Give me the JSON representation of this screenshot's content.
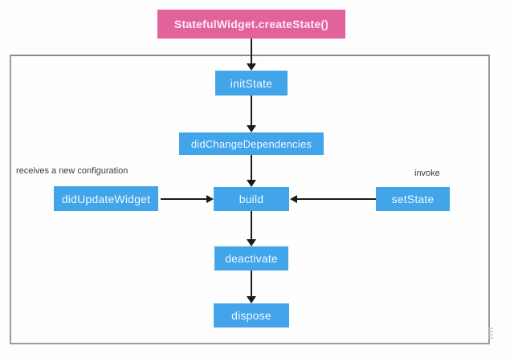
{
  "colors": {
    "accent_pink": "#e2639c",
    "node_blue": "#42a4e9",
    "arrow": "#1b1b1b",
    "frame_border": "#9a9a9a"
  },
  "diagram": {
    "root": {
      "label": "StatefulWidget.createState()"
    },
    "nodes": [
      {
        "id": "initState",
        "label": "initState"
      },
      {
        "id": "didChangeDependencies",
        "label": "didChangeDependencies"
      },
      {
        "id": "didUpdateWidget",
        "label": "didUpdateWidget"
      },
      {
        "id": "build",
        "label": "build"
      },
      {
        "id": "setState",
        "label": "setState"
      },
      {
        "id": "deactivate",
        "label": "deactivate"
      },
      {
        "id": "dispose",
        "label": "dispose"
      }
    ],
    "annotations": {
      "left": "receives a new configuration",
      "right": "invoke"
    },
    "edges": [
      "StatefulWidget.createState() -> initState",
      "initState -> didChangeDependencies",
      "didChangeDependencies -> build",
      "didUpdateWidget -> build",
      "setState -> build",
      "build -> deactivate",
      "deactivate -> dispose"
    ]
  }
}
